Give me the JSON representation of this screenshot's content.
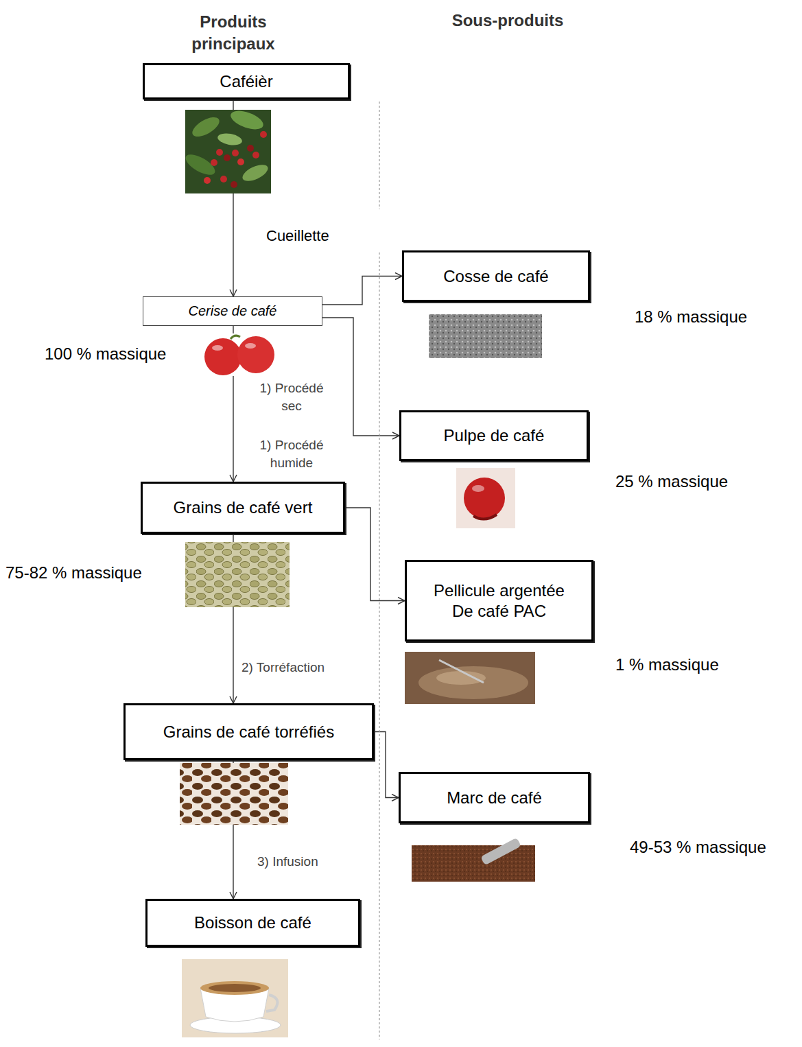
{
  "diagram": {
    "nodes": [
      {
        "text": [
          "Caféièr"
        ]
      },
      {
        "text": [
          "Cerise de café"
        ]
      },
      {
        "text": [
          "Cosse de café"
        ]
      },
      {
        "text": [
          "Pulpe de café"
        ]
      },
      {
        "text": [
          "Grains de café vert"
        ]
      },
      {
        "text": [
          "Pellicule argentée De café PAC"
        ]
      },
      {
        "text": [
          "Grains de café torréfiés"
        ]
      },
      {
        "text": [
          "Marc de café"
        ]
      },
      {
        "text": [
          "Boisson de café"
        ]
      }
    ],
    "edges": [
      {
        "from": 0,
        "to": 1,
        "label": "Cueillette",
        "arrow": "to"
      },
      {
        "from": 1,
        "to": 2,
        "label": "1) Procédé sec",
        "arrow": "to"
      },
      {
        "from": 1,
        "to": 4,
        "label": "1) Procédé humide",
        "arrow": "to"
      },
      {
        "from": 1,
        "to": 3,
        "arrow": "to"
      },
      {
        "from": 4,
        "to": 6,
        "label": "2) Torréfaction",
        "arrow": "to"
      },
      {
        "from": 4,
        "to": 5,
        "arrow": "to"
      },
      {
        "from": 6,
        "to": 8,
        "label": "3) Infusion",
        "arrow": "to"
      },
      {
        "from": 6,
        "to": 7,
        "arrow": "to"
      }
    ],
    "labels": [
      "Produits principaux",
      "Sous-produits",
      "100 % massique",
      "18 % massique",
      "25 % massique",
      "75-82 % massique",
      "1 % massique",
      "49-53 % massique"
    ]
  }
}
